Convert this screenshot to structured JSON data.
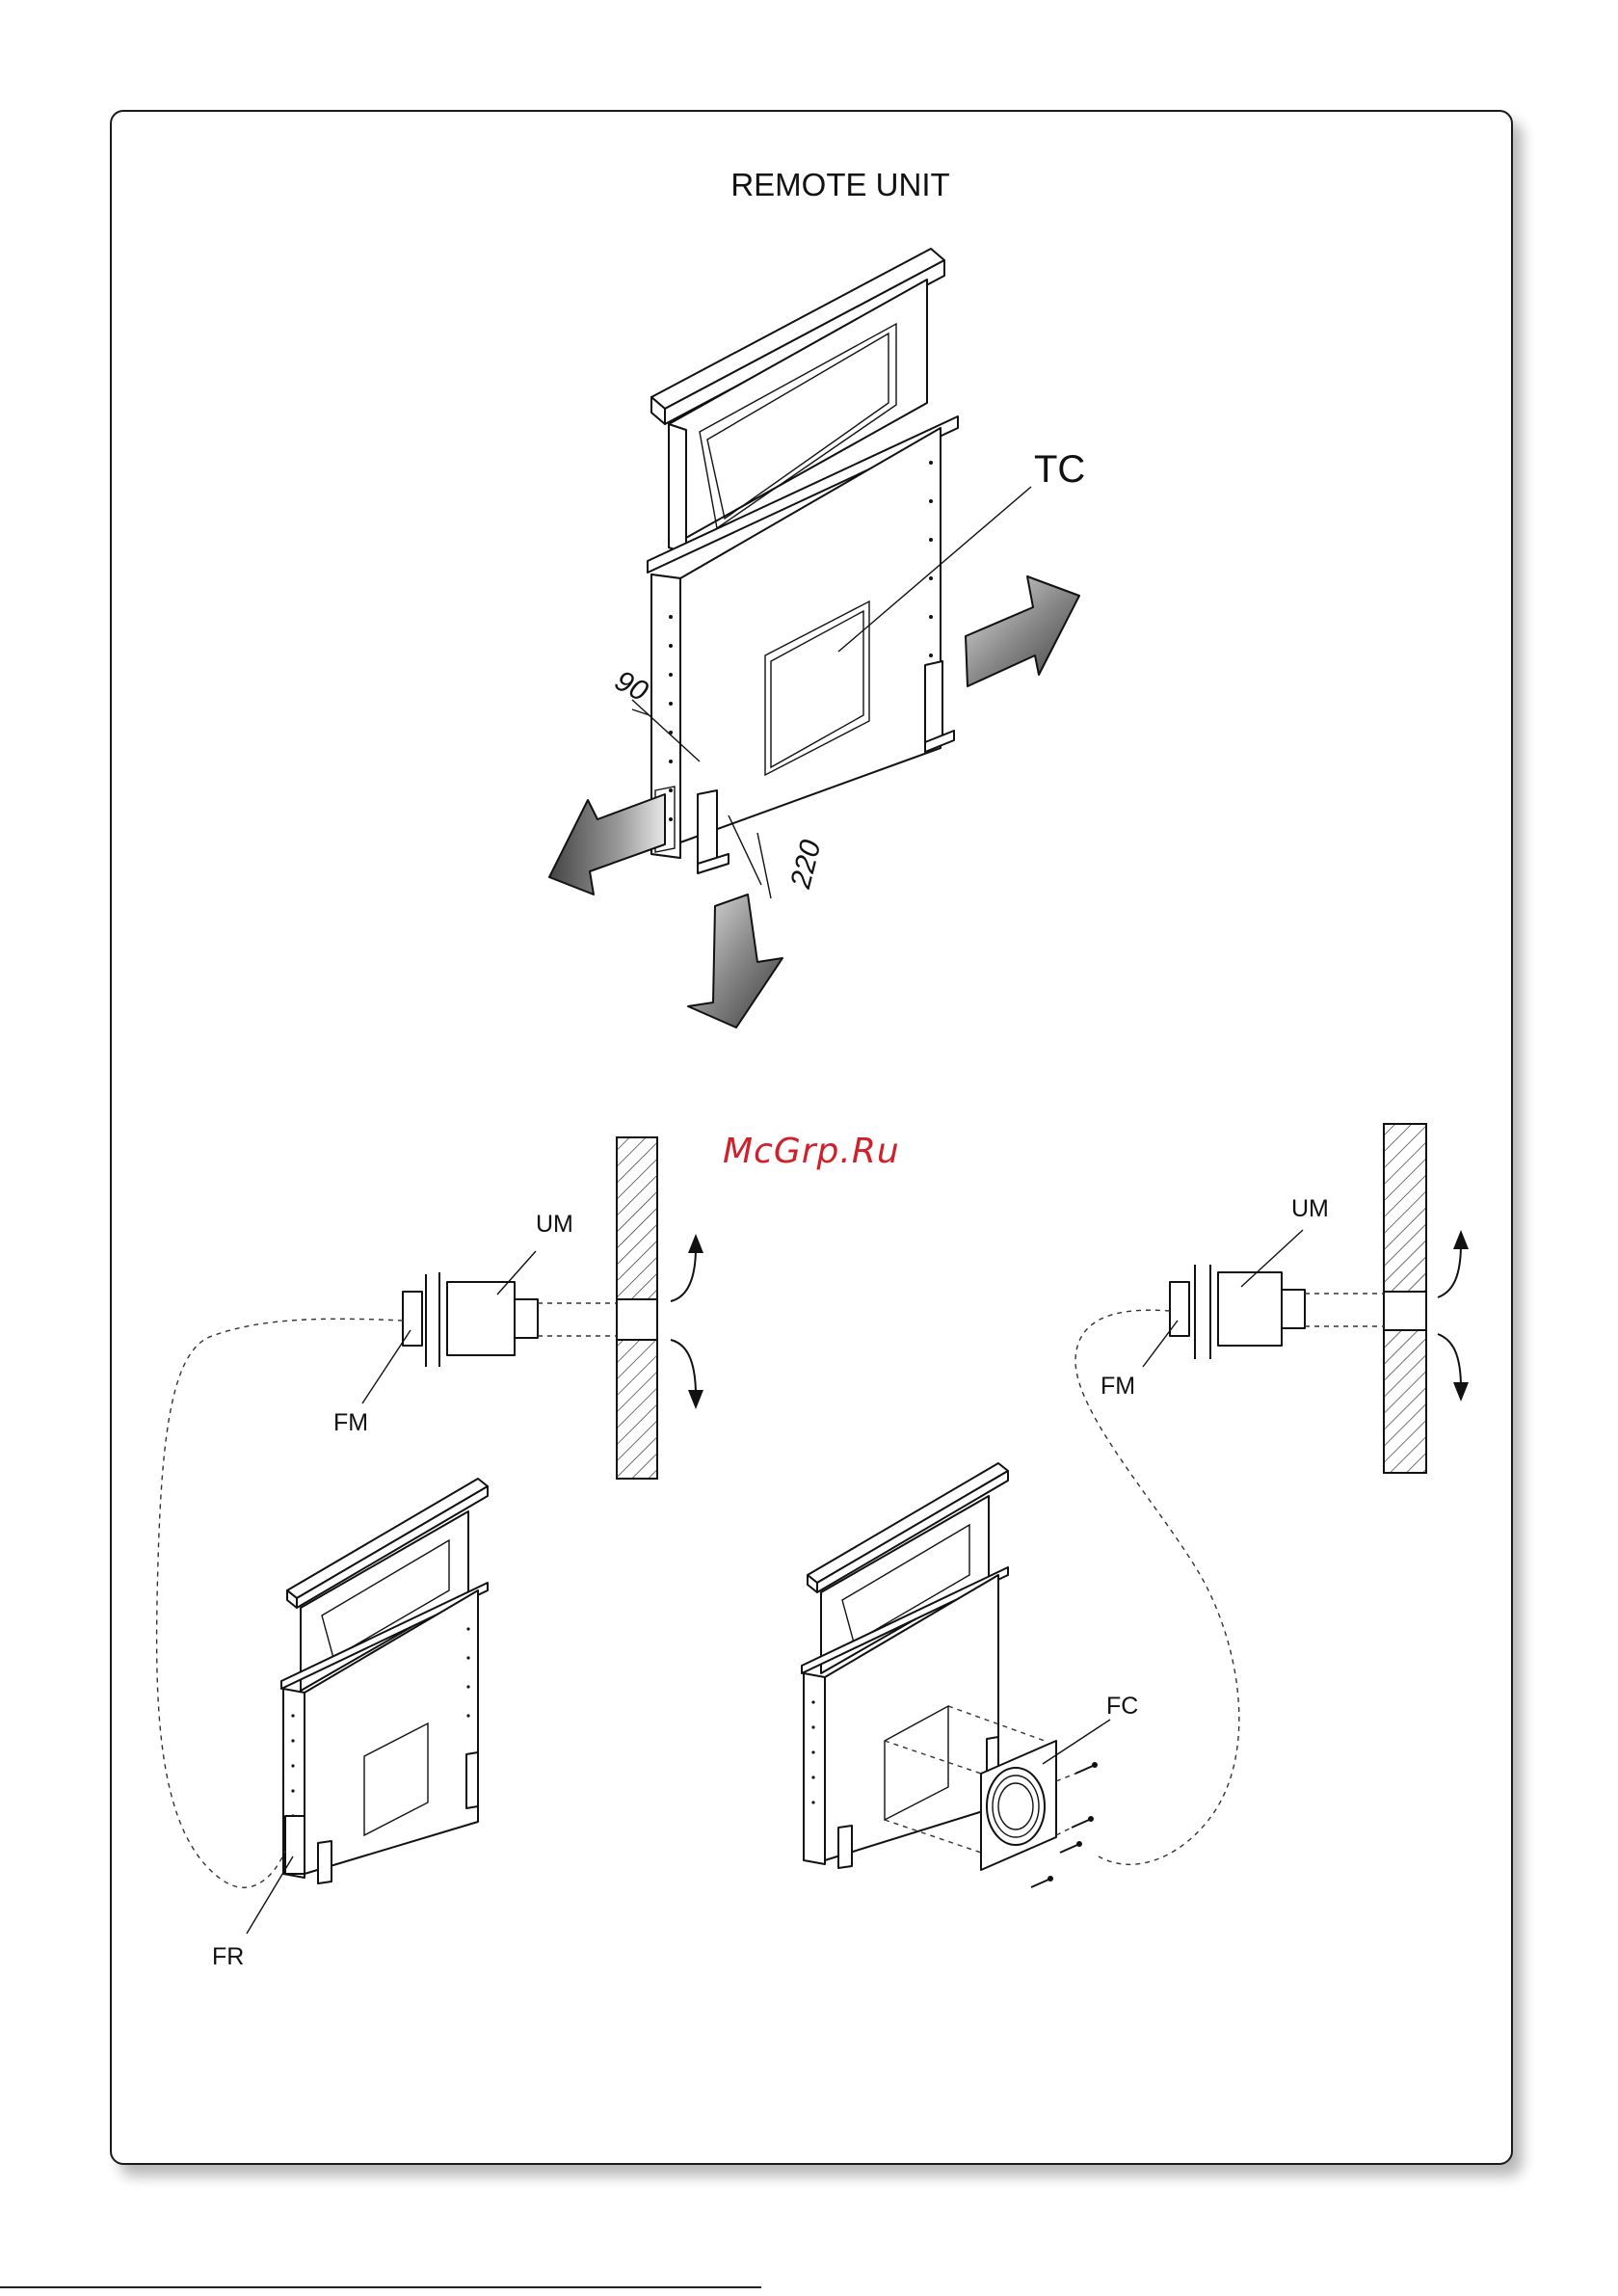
{
  "title": "REMOTE UNIT",
  "watermark": "McGrp.Ru",
  "labels": {
    "tc": "TC",
    "dim_90": "90",
    "dim_220": "220",
    "um_left": "UM",
    "fm_left": "FM",
    "um_right": "UM",
    "fm_right": "FM",
    "fr": "FR",
    "fc": "FC"
  },
  "colors": {
    "line": "#111111",
    "watermark": "#d0202a",
    "arrow_dark": "#4a4a4a",
    "arrow_light": "#d8d8d8"
  }
}
